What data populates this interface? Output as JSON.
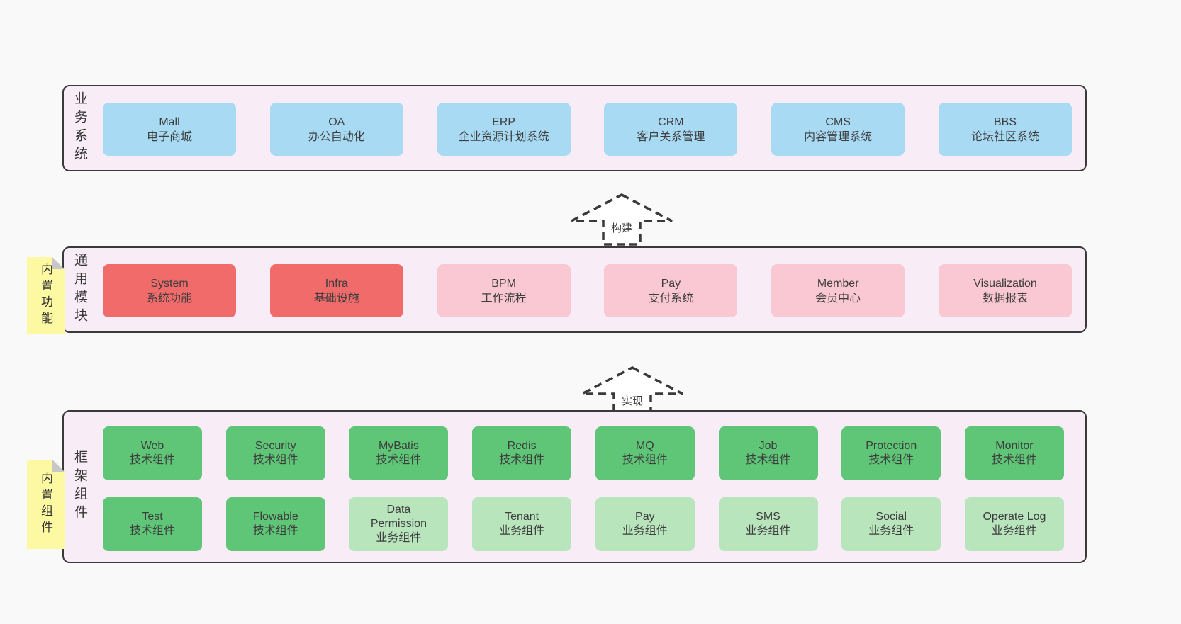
{
  "colors": {
    "page_bg": "#f9f9f9",
    "panel_bg": "#f8edf6",
    "panel_border": "#3a3a3a",
    "text": "#3d3d3d",
    "blue": "#a8daf4",
    "red": "#f16b6b",
    "pink": "#fac8d2",
    "green": "#5fc577",
    "green_light": "#b9e5bd",
    "sticky_yellow": "#fcf9a2",
    "sticky_fold": "#c7c7c7",
    "arrow_line": "#3a3a3a"
  },
  "layers": {
    "business": {
      "label": "业务系统",
      "boxes": [
        {
          "name": "Mall",
          "desc": "电子商城",
          "color": "blue"
        },
        {
          "name": "OA",
          "desc": "办公自动化",
          "color": "blue"
        },
        {
          "name": "ERP",
          "desc": "企业资源计划系统",
          "color": "blue"
        },
        {
          "name": "CRM",
          "desc": "客户关系管理",
          "color": "blue"
        },
        {
          "name": "CMS",
          "desc": "内容管理系统",
          "color": "blue"
        },
        {
          "name": "BBS",
          "desc": "论坛社区系统",
          "color": "blue"
        }
      ]
    },
    "modules": {
      "label": "通用模块",
      "sticky": "内置功能",
      "boxes": [
        {
          "name": "System",
          "desc": "系统功能",
          "color": "red"
        },
        {
          "name": "Infra",
          "desc": "基础设施",
          "color": "red"
        },
        {
          "name": "BPM",
          "desc": "工作流程",
          "color": "pink"
        },
        {
          "name": "Pay",
          "desc": "支付系统",
          "color": "pink"
        },
        {
          "name": "Member",
          "desc": "会员中心",
          "color": "pink"
        },
        {
          "name": "Visualization",
          "desc": "数据报表",
          "color": "pink"
        }
      ]
    },
    "framework": {
      "label": "框架组件",
      "sticky": "内置组件",
      "rows": [
        [
          {
            "name": "Web",
            "desc": "技术组件",
            "color": "green"
          },
          {
            "name": "Security",
            "desc": "技术组件",
            "color": "green"
          },
          {
            "name": "MyBatis",
            "desc": "技术组件",
            "color": "green"
          },
          {
            "name": "Redis",
            "desc": "技术组件",
            "color": "green"
          },
          {
            "name": "MQ",
            "desc": "技术组件",
            "color": "green"
          },
          {
            "name": "Job",
            "desc": "技术组件",
            "color": "green"
          },
          {
            "name": "Protection",
            "desc": "技术组件",
            "color": "green"
          },
          {
            "name": "Monitor",
            "desc": "技术组件",
            "color": "green"
          }
        ],
        [
          {
            "name": "Test",
            "desc": "技术组件",
            "color": "green"
          },
          {
            "name": "Flowable",
            "desc": "技术组件",
            "color": "green"
          },
          {
            "name": "Data\nPermission",
            "desc": "业务组件",
            "color": "green_light"
          },
          {
            "name": "Tenant",
            "desc": "业务组件",
            "color": "green_light"
          },
          {
            "name": "Pay",
            "desc": "业务组件",
            "color": "green_light"
          },
          {
            "name": "SMS",
            "desc": "业务组件",
            "color": "green_light"
          },
          {
            "name": "Social",
            "desc": "业务组件",
            "color": "green_light"
          },
          {
            "name": "Operate Log",
            "desc": "业务组件",
            "color": "green_light"
          }
        ]
      ]
    }
  },
  "arrows": [
    {
      "label": "构建"
    },
    {
      "label": "实现"
    }
  ]
}
